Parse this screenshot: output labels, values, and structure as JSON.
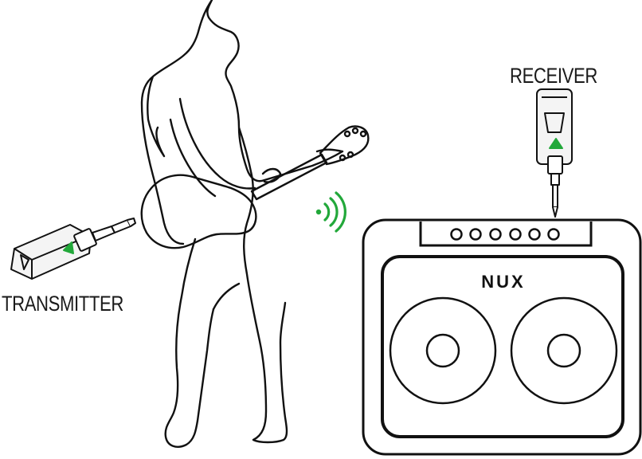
{
  "labels": {
    "transmitter": "TRANSMITTER",
    "receiver": "RECEIVER"
  },
  "amp": {
    "brand": "NUX",
    "knob_count": 6
  },
  "device_icons": {
    "status": "triangle-led-icon",
    "wireless": "wireless-signal-icon"
  },
  "colors": {
    "outline": "#111111",
    "accent_green": "#22a83a",
    "device_body": "#f2f2f2"
  }
}
